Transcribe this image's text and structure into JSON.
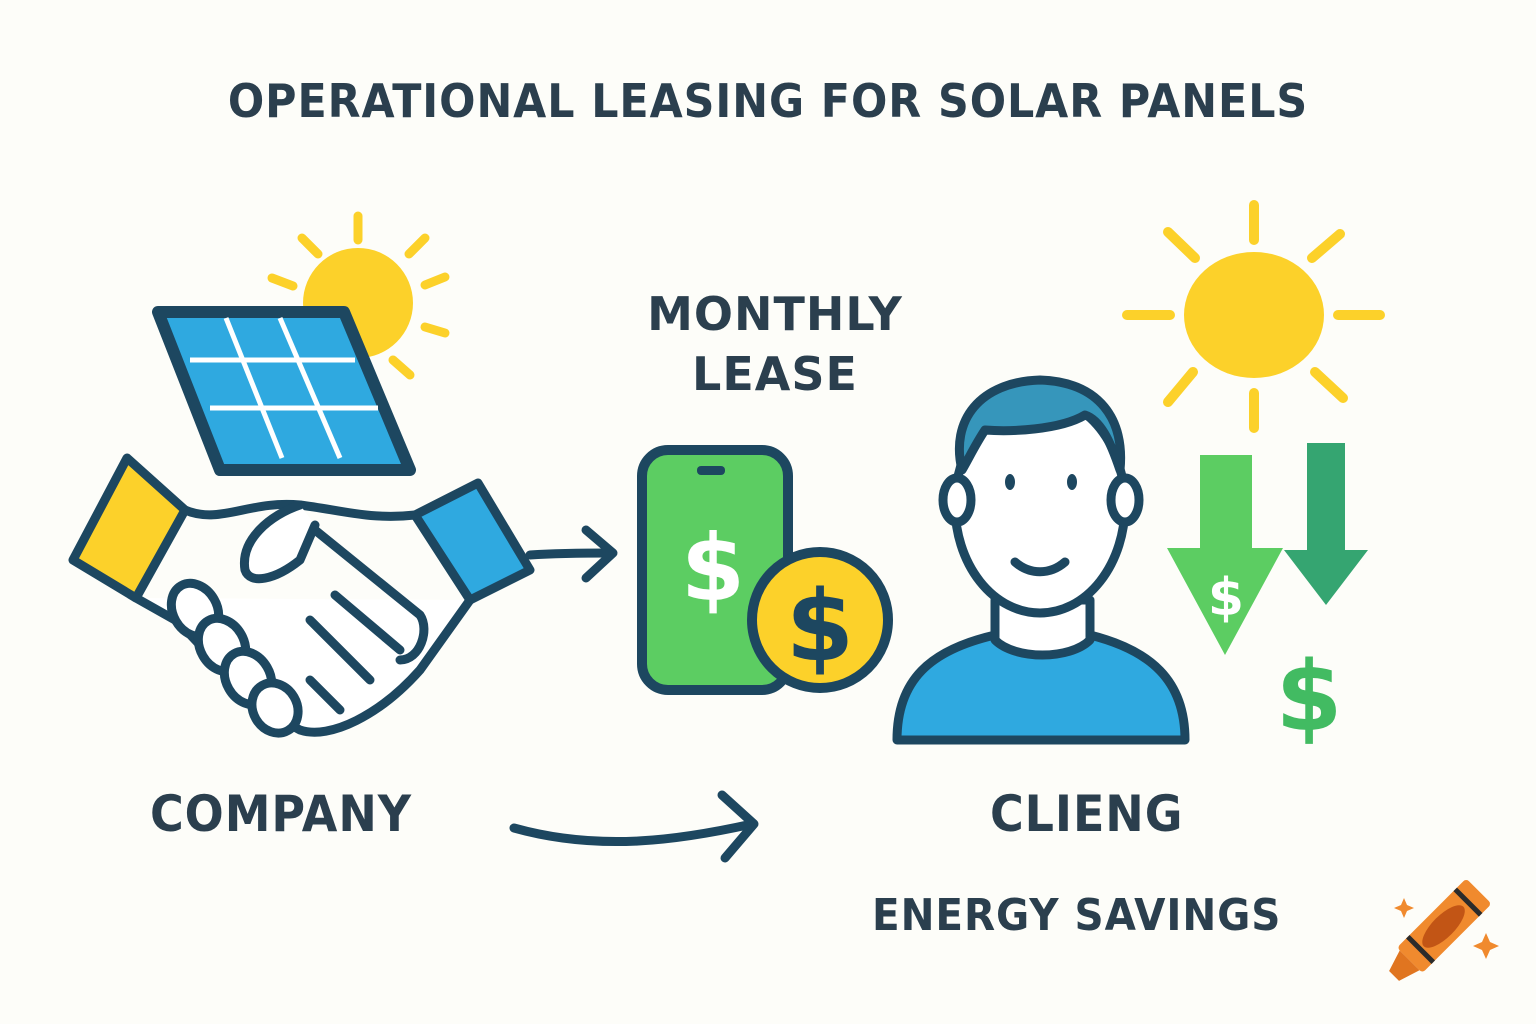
{
  "title": "OPERATIONAL LEASING FOR SOLAR PANELS",
  "labels": {
    "monthly_lease_line1": "MONTHLY",
    "monthly_lease_line2": "LEASE",
    "company": "COMPANY",
    "client": "CLIENG",
    "energy_savings": "ENERGY SAVINGS"
  },
  "icons": {
    "sun_left": "sun-icon",
    "solar_panel": "solar-panel-icon",
    "handshake": "handshake-icon",
    "arrow_handshake_to_phone": "arrow-right-icon",
    "phone_payment": "phone-dollar-icon",
    "coin": "dollar-coin-icon",
    "client_person": "person-icon",
    "sun_right": "sun-icon",
    "down_arrows": "down-arrow-dollar-icon",
    "dollar_sign": "dollar-icon",
    "curved_arrow": "curved-arrow-icon",
    "crayon_logo": "crayon-icon"
  },
  "colors": {
    "background": "#fdfdf9",
    "text": "#2b3f4e",
    "outline": "#1d4760",
    "sun_yellow": "#fcd12a",
    "panel_blue": "#2fa9e0",
    "money_green": "#5ccd62",
    "dark_green": "#35a571",
    "crayon_orange": "#f08a2e"
  }
}
